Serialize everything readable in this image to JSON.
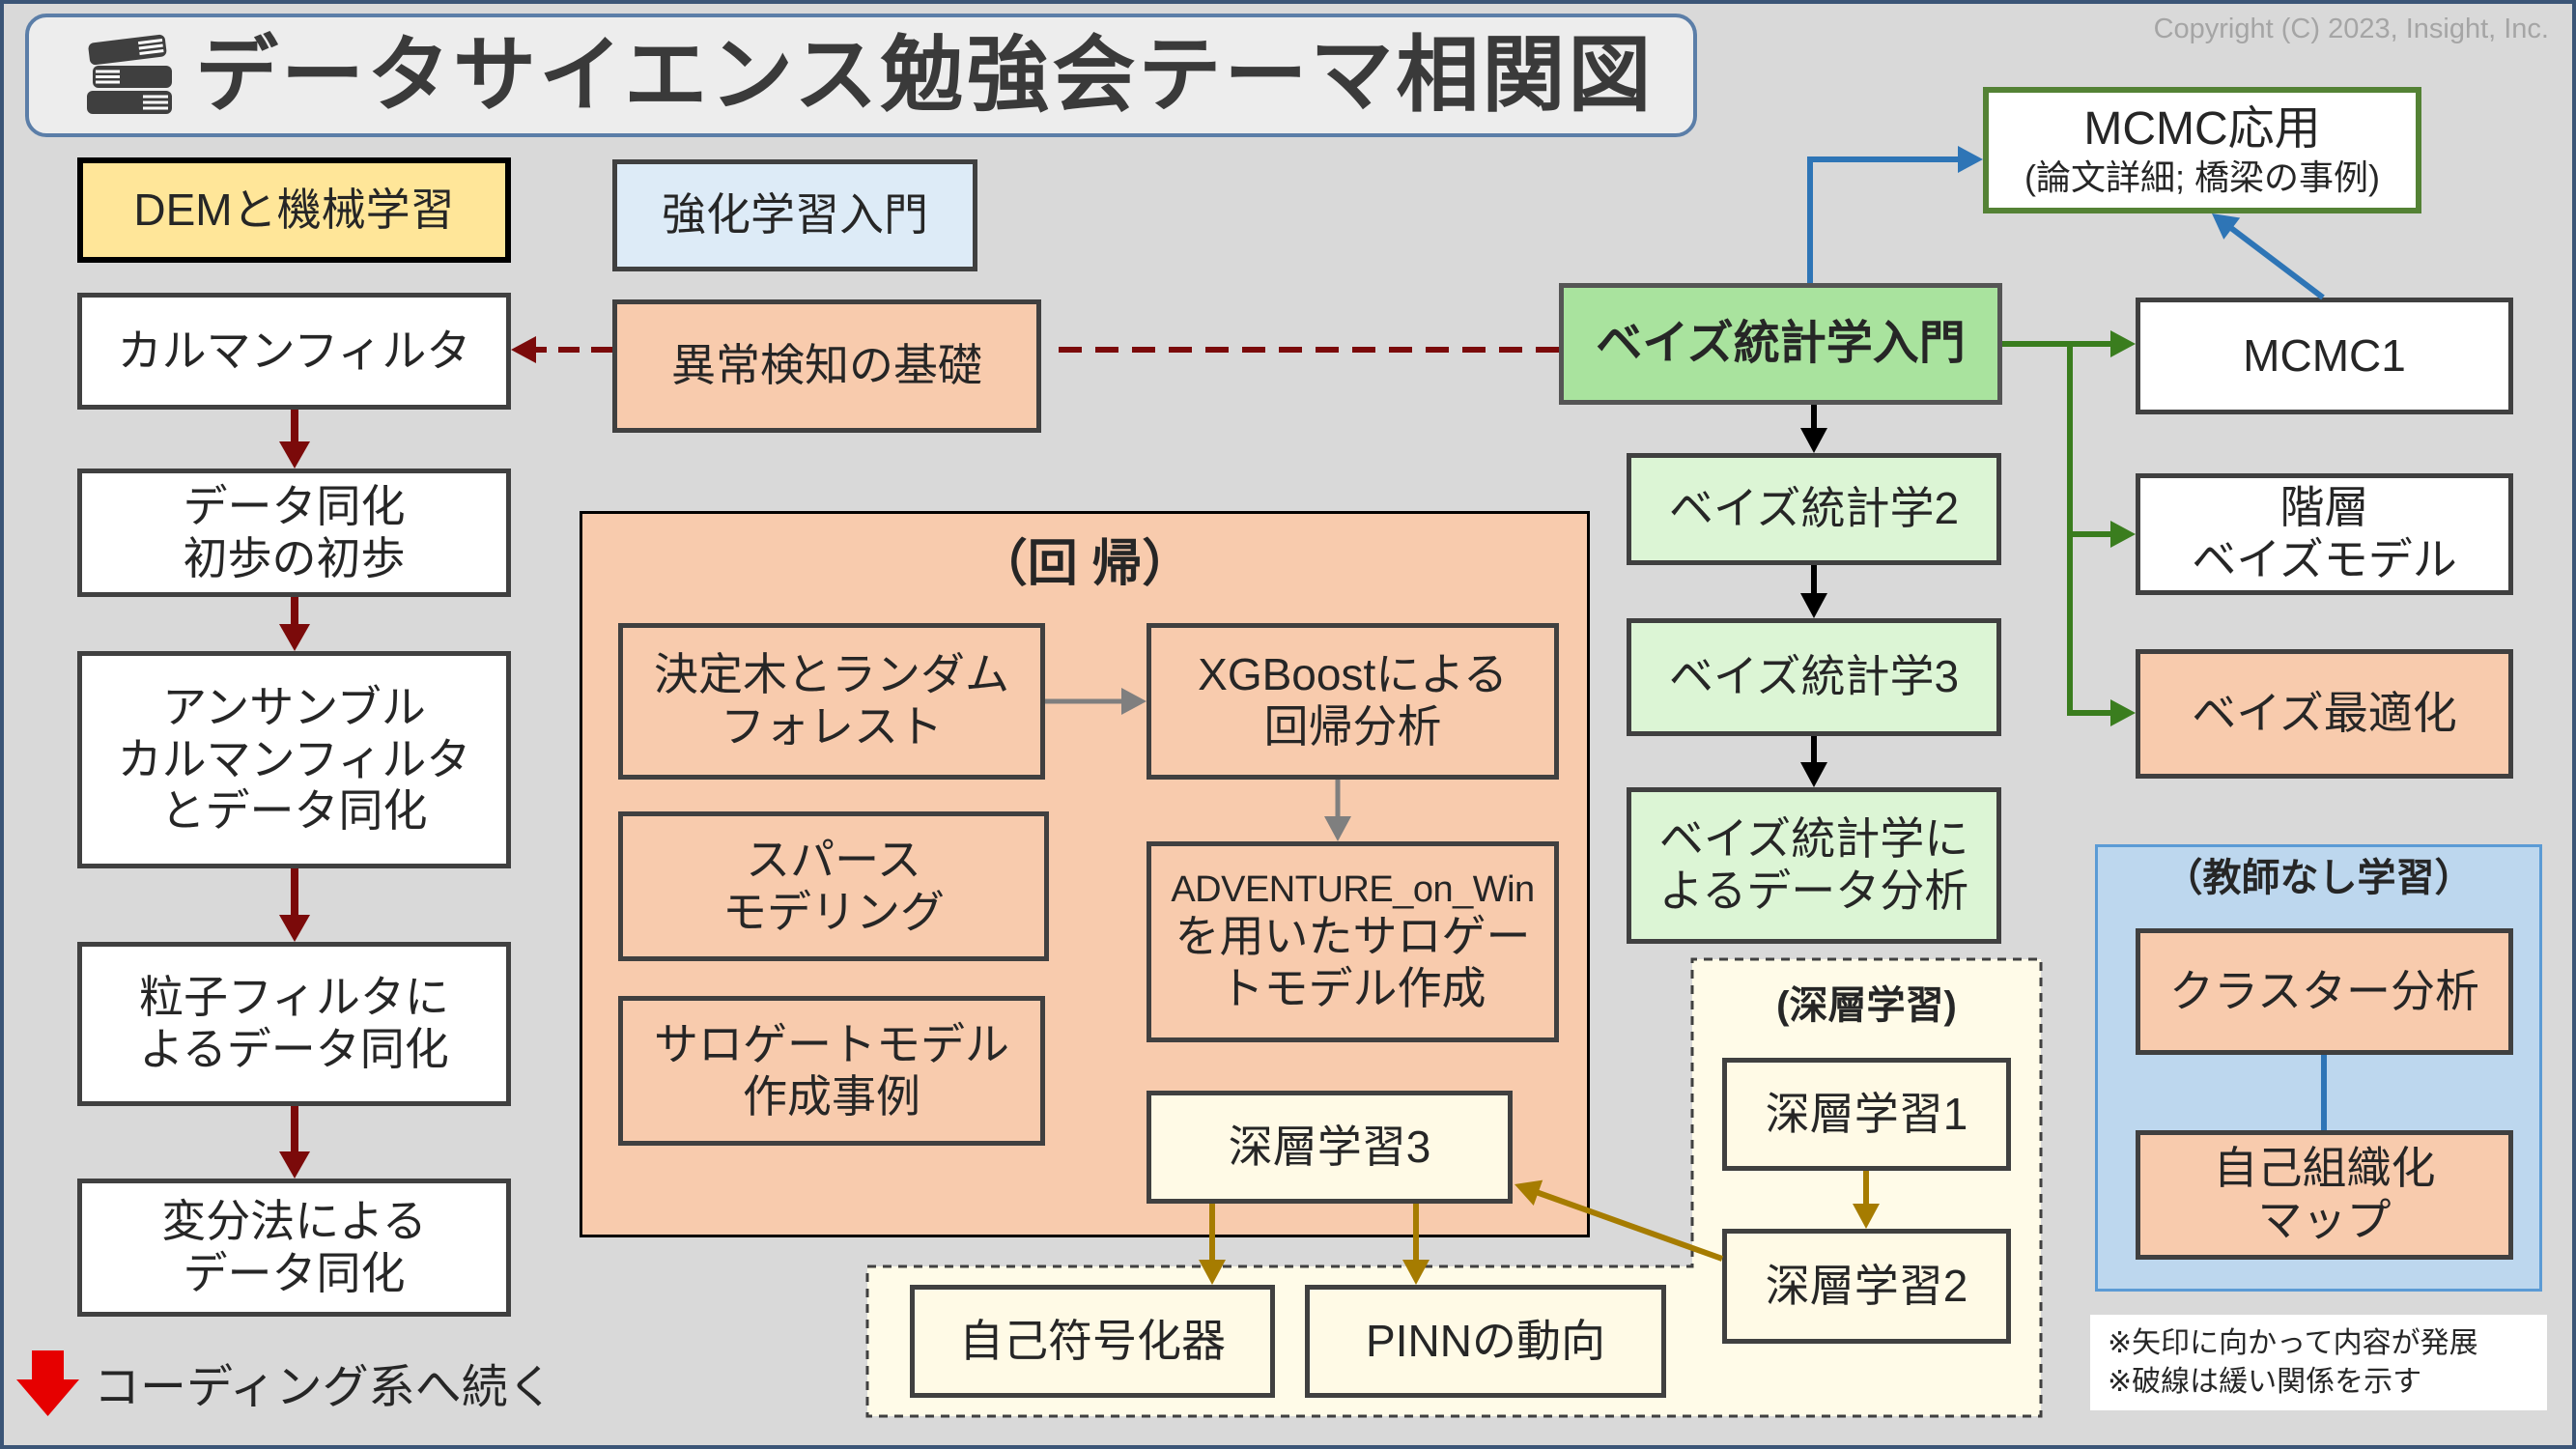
{
  "title": "データサイエンス勉強会テーマ相関図",
  "copyright": "Copyright (C) 2023, Insight, Inc.",
  "icons": {
    "title_icon": "books-icon",
    "continue_icon": "red-down-arrow-icon"
  },
  "colors": {
    "background": "#d9d9d9",
    "peach": "#f8cbad",
    "yellow": "#ffe699",
    "light_blue": "#ddebf7",
    "bayes_intro_green": "#a9e39e",
    "pale_green": "#dcf5d5",
    "deep_learning_yellow": "#fffae6",
    "deep_learning_region": "#fffbe8",
    "unsupervised_blue": "#bdd7ee",
    "arrow_dark_red": "#7b0a0a",
    "arrow_gray": "#7f7f7f",
    "arrow_gold": "#a67c00",
    "arrow_blue": "#2e75b6",
    "arrow_green": "#3a7d1e",
    "arrow_black": "#000000",
    "continue_red": "#e60000"
  },
  "left_column": {
    "dem": [
      "DEMと機械学習"
    ],
    "kalman": [
      "カルマンフィルタ"
    ],
    "data_assim_basic": [
      "データ同化",
      "初歩の初歩"
    ],
    "ensemble_kalman": [
      "アンサンブル",
      "カルマンフィルタ",
      "とデータ同化"
    ],
    "particle_filter": [
      "粒子フィルタに",
      "よるデータ同化"
    ],
    "variational": [
      "変分法による",
      "データ同化"
    ]
  },
  "middle": {
    "reinforcement": [
      "強化学習入門"
    ],
    "anomaly": [
      "異常検知の基礎"
    ]
  },
  "regression": {
    "title": "（回 帰）",
    "decision_tree": [
      "決定木とランダム",
      "フォレスト"
    ],
    "xgboost": [
      "XGBoostによる",
      "回帰分析"
    ],
    "sparse": [
      "スパース",
      "モデリング"
    ],
    "adventure": [
      "ADVENTURE_on_Win",
      "を用いたサロゲー",
      "トモデル作成"
    ],
    "surrogate": [
      "サロゲートモデル",
      "作成事例"
    ]
  },
  "deep_learning": {
    "title": "(深層学習)",
    "dl1": "深層学習1",
    "dl2": "深層学習2",
    "dl3": "深層学習3",
    "autoencoder": "自己符号化器",
    "pinn": "PINNの動向"
  },
  "bayes": {
    "intro": "ベイズ統計学入門",
    "bayes2": "ベイズ統計学2",
    "bayes3": "ベイズ統計学3",
    "bayes4": [
      "ベイズ統計学に",
      "よるデータ分析"
    ],
    "mcmc1": "MCMC1",
    "mcmc_app_title": "MCMC応用",
    "mcmc_app_sub": "(論文詳細; 橋梁の事例)",
    "hierarchical": [
      "階層",
      "ベイズモデル"
    ],
    "optimization": "ベイズ最適化"
  },
  "unsupervised": {
    "title": "（教師なし学習）",
    "cluster": "クラスター分析",
    "som": [
      "自己組織化",
      "マップ"
    ]
  },
  "footer": {
    "continue": "コーディング系へ続く"
  },
  "notes": [
    "※矢印に向かって内容が発展",
    "※破線は緩い関係を示す"
  ]
}
